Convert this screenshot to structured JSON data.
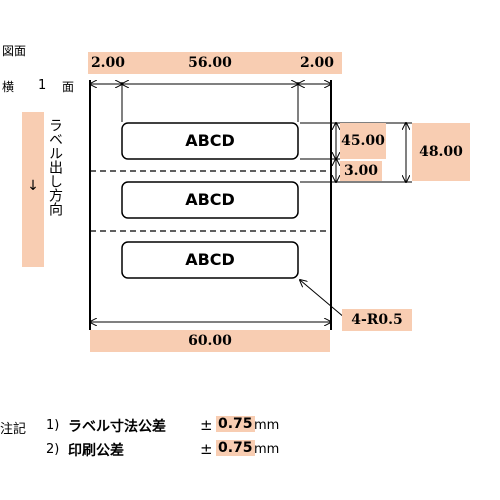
{
  "header": {
    "title": "図面",
    "orientation": "横",
    "count": "1",
    "unit": "面"
  },
  "direction": {
    "text": "ラベル出し方向",
    "arrow": "↓"
  },
  "dims": {
    "top_left": "2.00",
    "top_mid": "56.00",
    "top_right": "2.00",
    "bottom": "60.00",
    "height_label": "45.00",
    "gap": "3.00",
    "pitch": "48.00",
    "corner": "4-R0.5"
  },
  "labels": [
    "ABCD",
    "ABCD",
    "ABCD"
  ],
  "notes": {
    "prefix": "注記",
    "items": [
      {
        "num": "1)",
        "text": "ラベル寸法公差",
        "pm": "±",
        "value": "0.75",
        "unit": "mm"
      },
      {
        "num": "2)",
        "text": "印刷公差",
        "pm": "±",
        "value": "0.75",
        "unit": "mm"
      }
    ]
  },
  "colors": {
    "highlight": "#f8cdb2"
  }
}
